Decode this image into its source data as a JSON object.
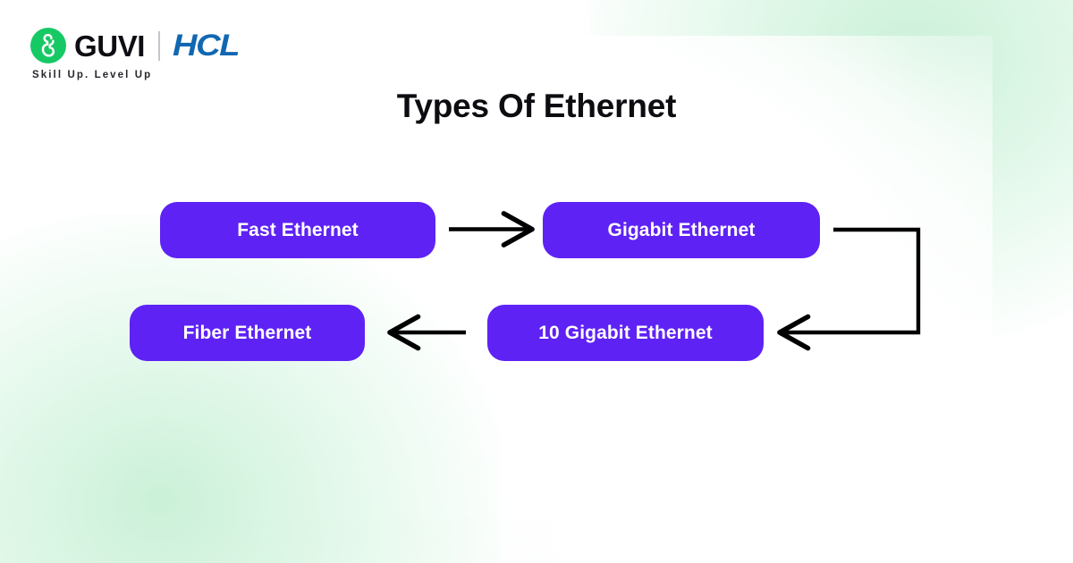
{
  "page": {
    "title": "Types Of Ethernet",
    "background": {
      "base_color": "#ffffff",
      "accent_tint": "#e2f6e8"
    }
  },
  "branding": {
    "guvi": {
      "wordmark": "GUVI",
      "tagline": "Skill Up. Level Up",
      "mark_icon": "guvi-g-icon",
      "mark_color": "#17C964",
      "wordmark_color": "#0d0d12"
    },
    "divider_icon": "vertical-divider-icon",
    "partner": {
      "wordmark": "HCL",
      "color": "#1167B1"
    }
  },
  "diagram": {
    "type": "flowchart",
    "node_color": "#5E22F5",
    "node_text_color": "#ffffff",
    "connector_color": "#000000",
    "nodes": [
      {
        "id": "fast",
        "label": "Fast Ethernet"
      },
      {
        "id": "gigabit",
        "label": "Gigabit Ethernet"
      },
      {
        "id": "10gigabit",
        "label": "10 Gigabit Ethernet"
      },
      {
        "id": "fiber",
        "label": "Fiber Ethernet"
      }
    ],
    "connectors": [
      {
        "from": "fast",
        "to": "gigabit",
        "shape": "straight-right",
        "icon": "arrow-right-icon"
      },
      {
        "from": "gigabit",
        "to": "10gigabit",
        "shape": "elbow-down-left",
        "icon": "arrow-left-icon"
      },
      {
        "from": "10gigabit",
        "to": "fiber",
        "shape": "straight-left",
        "icon": "arrow-left-icon"
      }
    ]
  }
}
